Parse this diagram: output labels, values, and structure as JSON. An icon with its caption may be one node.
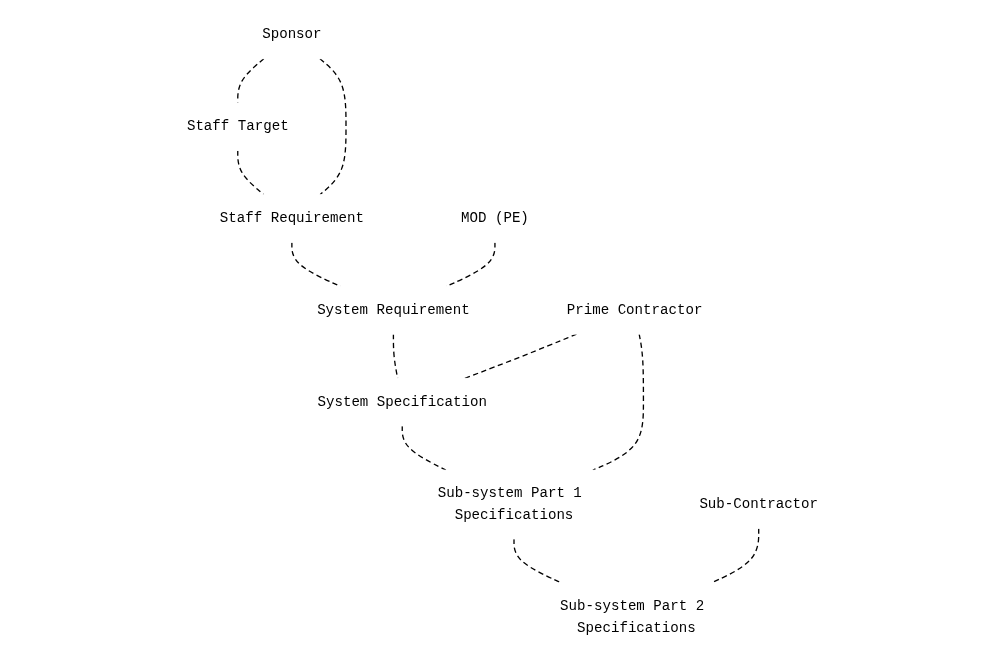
{
  "diagram": {
    "nodes": [
      {
        "text": [
          "Sponsor"
        ]
      },
      {
        "text": [
          "Staff Target"
        ]
      },
      {
        "text": [
          "Staff Requirement"
        ]
      },
      {
        "text": [
          "MOD (PE)"
        ]
      },
      {
        "text": [
          "System Requirement"
        ]
      },
      {
        "text": [
          "System Specification"
        ]
      },
      {
        "text": [
          "Prime Contractor"
        ]
      },
      {
        "text": [
          "Sub-system Part 1 Specifications"
        ]
      },
      {
        "text": [
          "Sub-Contractor"
        ]
      },
      {
        "text": [
          "Sub-system Part 2 Specifications"
        ]
      }
    ],
    "edges": [
      {
        "from": 0,
        "to": 1,
        "arrow": "none",
        "style": "dashed"
      },
      {
        "from": 0,
        "to": 2,
        "arrow": "none",
        "style": "dashed"
      },
      {
        "from": 1,
        "to": 2,
        "arrow": "none",
        "style": "dashed"
      },
      {
        "from": 3,
        "to": 4,
        "arrow": "none",
        "style": "dashed"
      },
      {
        "from": 2,
        "to": 4,
        "arrow": "none",
        "style": "dashed"
      },
      {
        "from": 4,
        "to": 5,
        "arrow": "none",
        "style": "dashed"
      },
      {
        "from": 6,
        "to": 5,
        "arrow": "none",
        "style": "dashed"
      },
      {
        "from": 6,
        "to": 7,
        "arrow": "none",
        "style": "dashed"
      },
      {
        "from": 5,
        "to": 7,
        "arrow": "none",
        "style": "dashed"
      },
      {
        "from": 8,
        "to": 9,
        "arrow": "none",
        "style": "dashed"
      },
      {
        "from": 7,
        "to": 9,
        "arrow": "none",
        "style": "dashed"
      }
    ]
  }
}
